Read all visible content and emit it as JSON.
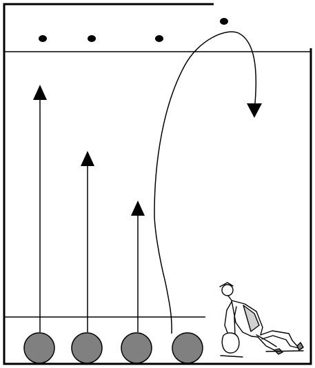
{
  "diagram": {
    "field_border_color": "#000000",
    "line_color": "#000000",
    "player_fill": "#808080",
    "player_stroke": "#000000",
    "marker_color": "#000000",
    "coach_icon": "kneeling-coach-icon",
    "bottom_positions": 4,
    "top_markers": 4,
    "straight_runs": 3,
    "curved_runs": 1
  }
}
